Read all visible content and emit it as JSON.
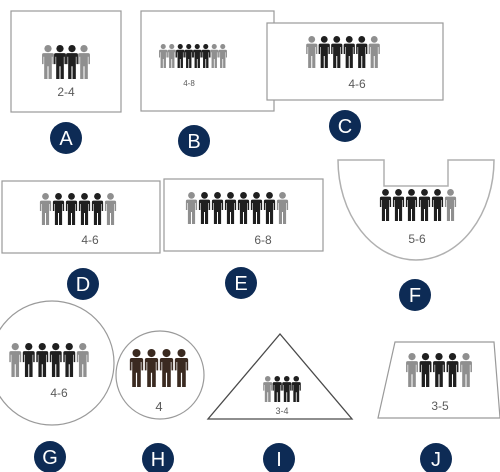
{
  "colors": {
    "badge": "#0d2b55",
    "person_dark": "#1f1f1f",
    "person_brown": "#3a2a20",
    "person_gray": "#8f8f8f",
    "outline": "#9a9a9a"
  },
  "layouts": [
    {
      "id": "A",
      "badge": "A",
      "capacity": "2-4",
      "people": [
        "gray",
        "dark",
        "dark",
        "gray"
      ]
    },
    {
      "id": "B",
      "badge": "B",
      "capacity": "4-8",
      "people": [
        "gray",
        "gray",
        "dark",
        "dark",
        "dark",
        "dark",
        "gray",
        "gray"
      ]
    },
    {
      "id": "C",
      "badge": "C",
      "capacity": "4-6",
      "people": [
        "gray",
        "dark",
        "dark",
        "dark",
        "dark",
        "gray"
      ]
    },
    {
      "id": "D",
      "badge": "D",
      "capacity": "4-6",
      "people": [
        "gray",
        "dark",
        "dark",
        "dark",
        "dark",
        "gray"
      ]
    },
    {
      "id": "E",
      "badge": "E",
      "capacity": "6-8",
      "people": [
        "gray",
        "dark",
        "dark",
        "dark",
        "dark",
        "dark",
        "dark",
        "gray"
      ]
    },
    {
      "id": "F",
      "badge": "F",
      "capacity": "5-6",
      "people": [
        "dark",
        "dark",
        "dark",
        "dark",
        "dark",
        "gray"
      ]
    },
    {
      "id": "G",
      "badge": "G",
      "capacity": "4-6",
      "people": [
        "gray",
        "dark",
        "dark",
        "dark",
        "dark",
        "gray"
      ]
    },
    {
      "id": "H",
      "badge": "H",
      "capacity": "4",
      "people": [
        "brown",
        "brown",
        "brown",
        "brown"
      ]
    },
    {
      "id": "I",
      "badge": "I",
      "capacity": "3-4",
      "people": [
        "gray",
        "dark",
        "dark",
        "dark"
      ]
    },
    {
      "id": "J",
      "badge": "J",
      "capacity": "3-5",
      "people": [
        "gray",
        "dark",
        "dark",
        "dark",
        "gray"
      ]
    }
  ]
}
